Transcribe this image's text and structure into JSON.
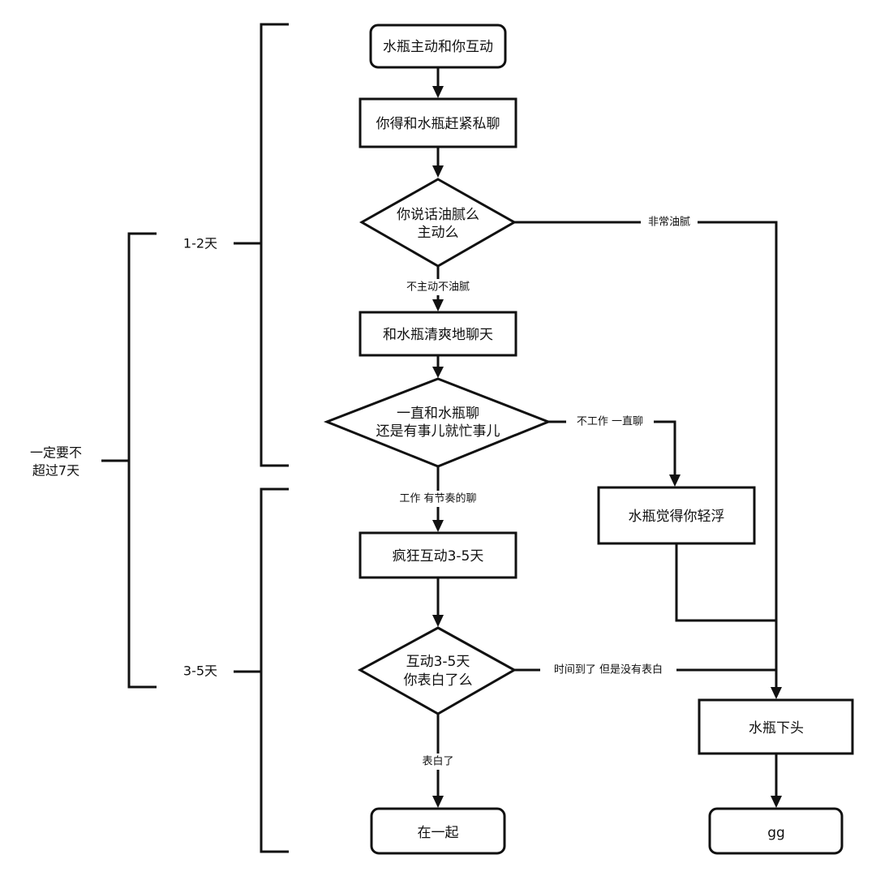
{
  "nodes": {
    "start": "水瓶主动和你互动",
    "private_chat": "你得和水瓶赶紧私聊",
    "decision_greasy_line1": "你说话油腻么",
    "decision_greasy_line2": "主动么",
    "fresh_chat": "和水瓶清爽地聊天",
    "decision_busy_line1": "一直和水瓶聊",
    "decision_busy_line2": "还是有事儿就忙事儿",
    "frivolous": "水瓶觉得你轻浮",
    "crazy_interact": "疯狂互动3-5天",
    "decision_confess_line1": "互动3-5天",
    "decision_confess_line2": "你表白了么",
    "turned_off": "水瓶下头",
    "together": "在一起",
    "gg": "gg"
  },
  "edges": {
    "very_greasy": "非常油腻",
    "not_greasy": "不主动不油腻",
    "no_work_chat": "不工作 一直聊",
    "work_rhythm": "工作 有节奏的聊",
    "time_up_no_confess": "时间到了 但是没有表白",
    "confessed": "表白了"
  },
  "brackets": {
    "phase1": "1-2天",
    "phase2": "3-5天",
    "total_line1": "一定要不",
    "total_line2": "超过7天"
  }
}
